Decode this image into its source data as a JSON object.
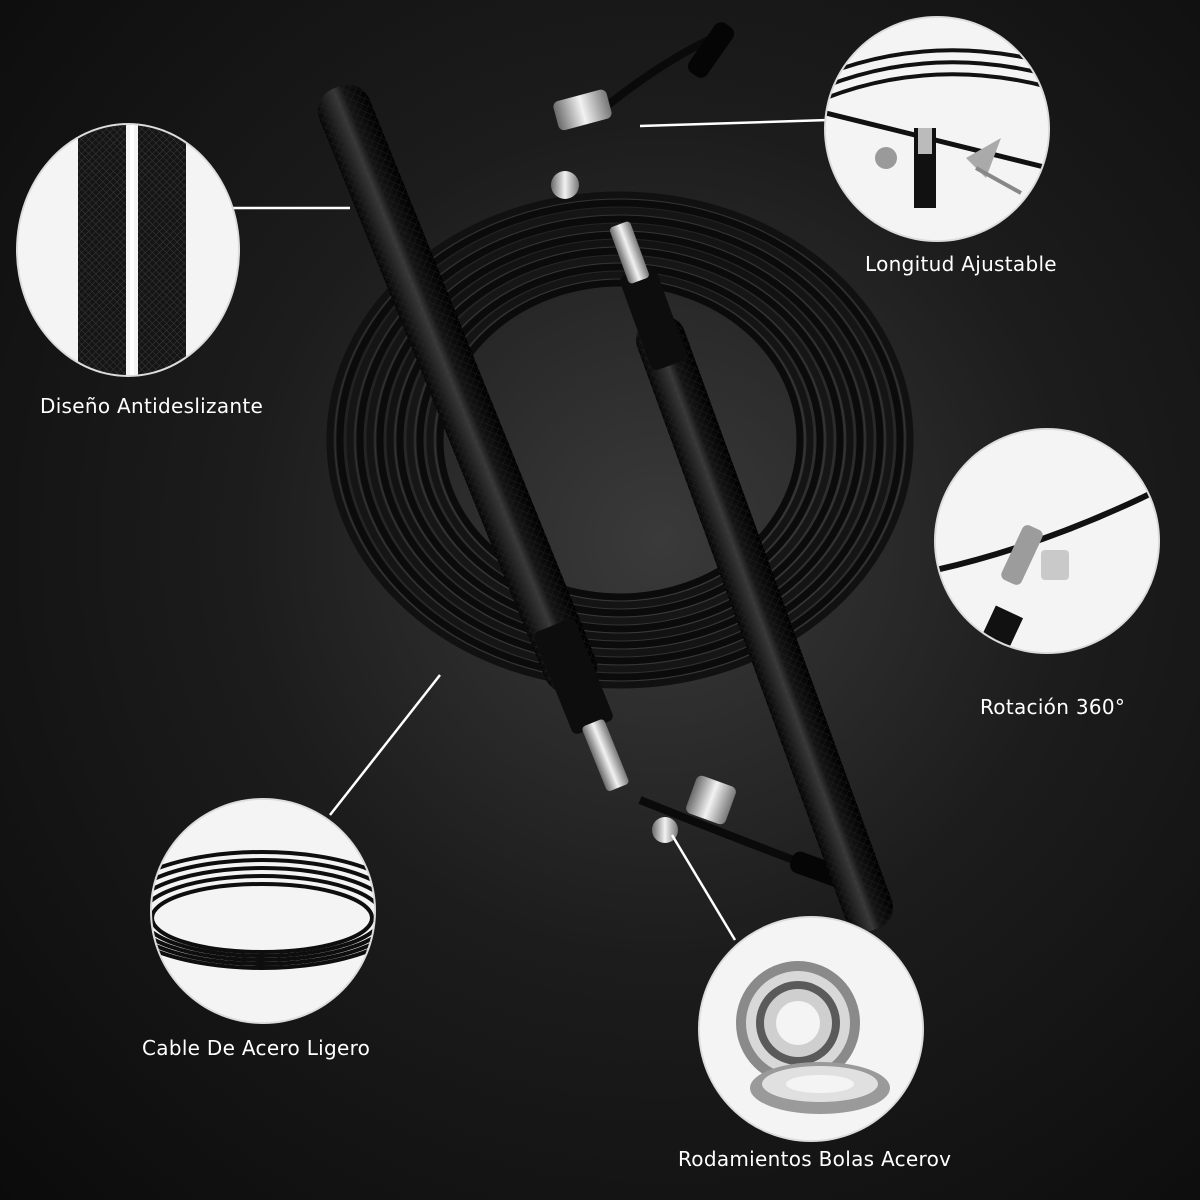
{
  "features": {
    "anti_slip": {
      "label": "Diseño Antideslizante",
      "icon": "knurled-handle-closeup"
    },
    "adjustable_length": {
      "label": "Longitud Ajustable",
      "icon": "scissors-cable-closeup"
    },
    "rotation": {
      "label": "Rotación 360°",
      "icon": "swivel-bearing-closeup"
    },
    "steel_cable": {
      "label": "Cable De Acero Ligero",
      "icon": "coiled-cable-closeup"
    },
    "ball_bearings": {
      "label": "Rodamientos Bolas Acerov",
      "icon": "ball-bearing-closeup"
    }
  },
  "colors": {
    "background": "#111111",
    "cable": "#0a0a0a",
    "accent_steel": "#c8c8c8",
    "text": "#ffffff"
  }
}
